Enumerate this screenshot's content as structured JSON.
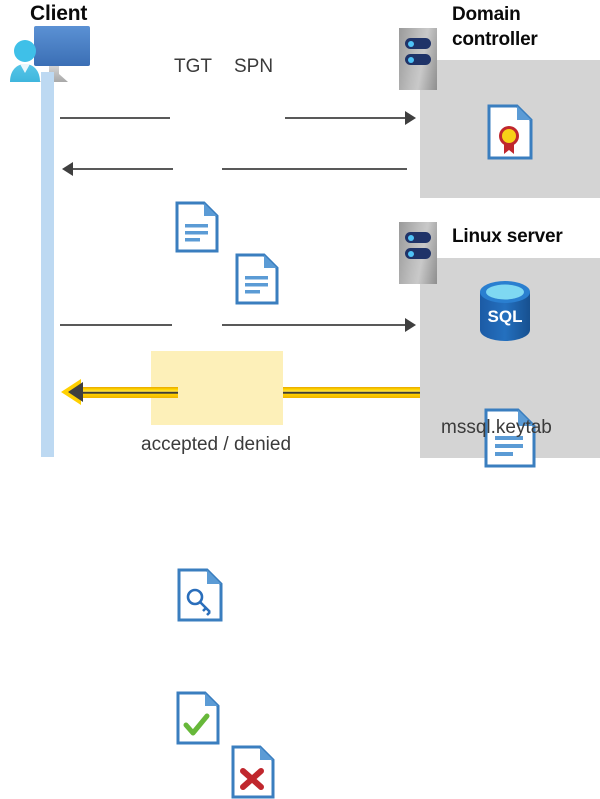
{
  "diagram": {
    "title": "Kerberos authentication flow between Client, Domain controller and Linux server",
    "colors": {
      "lifeline": "#bdd9f2",
      "panel_gray": "#d4d4d4",
      "highlight_yellow": "#fdf0b9",
      "arrow_gray": "#595959",
      "arrow_gold": "#ffd000",
      "doc_blue": "#3a7ebf",
      "sql_blue": "#1e5aa0",
      "accept_green": "#67b83a",
      "deny_red": "#c0272d"
    }
  },
  "client": {
    "title": "Client",
    "icon": "user-at-monitor-icon",
    "lifeline_name": "client-lifeline"
  },
  "domain_controller": {
    "title_line1": "Domain",
    "title_line2": "controller",
    "rack_icon": "server-rack-icon",
    "contents": [
      {
        "icon": "certificate-document-icon",
        "label": ""
      }
    ]
  },
  "linux_server": {
    "title": "Linux server",
    "rack_icon": "server-rack-icon",
    "contents": [
      {
        "icon": "sql-database-icon",
        "label": "SQL"
      },
      {
        "icon": "keytab-document-icon",
        "label": "mssql.keytab"
      }
    ]
  },
  "messages": [
    {
      "id": "msg-1",
      "direction": "client-to-domain-controller",
      "arrow_style": "gray-solid",
      "payloads": [
        {
          "label": "TGT",
          "icon": "text-document-icon"
        },
        {
          "label": "SPN",
          "icon": "text-document-icon"
        }
      ]
    },
    {
      "id": "msg-2",
      "direction": "domain-controller-to-client",
      "arrow_style": "gray-solid",
      "payloads": [
        {
          "label": "",
          "icon": "key-document-icon"
        }
      ]
    },
    {
      "id": "msg-3",
      "direction": "client-to-linux-server",
      "arrow_style": "gray-solid",
      "payloads": [
        {
          "label": "",
          "icon": "key-document-icon"
        }
      ]
    },
    {
      "id": "msg-4",
      "direction": "linux-server-to-client",
      "arrow_style": "gold-solid",
      "caption": "accepted / denied",
      "payloads": [
        {
          "label": "",
          "icon": "accepted-document-icon"
        },
        {
          "label": "",
          "icon": "denied-document-icon"
        }
      ]
    }
  ],
  "labels": {
    "tgt": "TGT",
    "spn": "SPN",
    "accepted_denied": "accepted / denied",
    "mssql_keytab": "mssql.keytab",
    "sql": "SQL"
  }
}
